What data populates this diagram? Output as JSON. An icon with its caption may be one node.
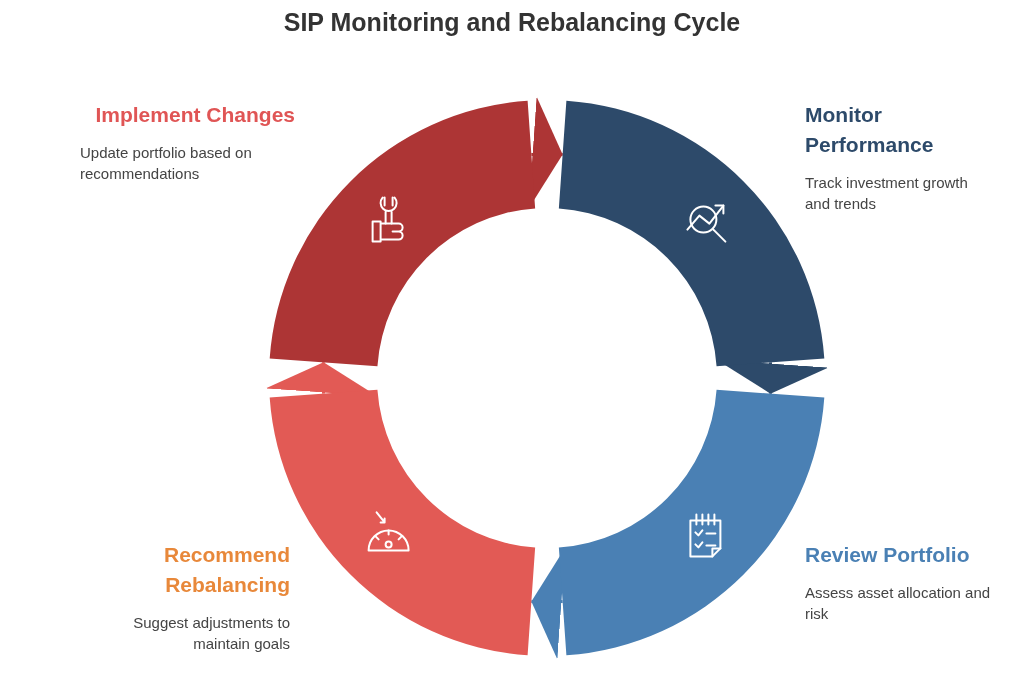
{
  "diagram": {
    "title": "SIP Monitoring and Rebalancing Cycle",
    "nodes": [
      {
        "text": [
          "Implement Changes",
          "Update portfolio based on recommendations"
        ]
      },
      {
        "text": [
          "Monitor Performance",
          "Track investment growth and trends"
        ]
      },
      {
        "text": [
          "Recommend Rebalancing",
          "Suggest adjustments to maintain goals"
        ]
      },
      {
        "text": [
          "Review Portfolio",
          "Assess asset allocation and risk"
        ]
      }
    ],
    "edges": [
      {
        "from": 1,
        "to": 3,
        "arrow": "to",
        "color": "#2d4a6a"
      },
      {
        "from": 3,
        "to": 2,
        "arrow": "to",
        "color": "#4a80b4"
      },
      {
        "from": 2,
        "to": 0,
        "arrow": "to",
        "color": "#e25a55"
      },
      {
        "from": 0,
        "to": 1,
        "arrow": "to",
        "color": "#ad3535"
      }
    ]
  }
}
